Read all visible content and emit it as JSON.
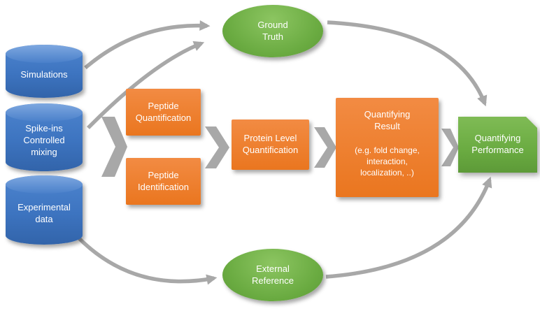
{
  "colors": {
    "blue": "#3d74c0",
    "blue-light": "#4d84ce",
    "orange": "#ea761f",
    "green": "#6aab41",
    "gray": "#a8a8a8"
  },
  "inputs": [
    {
      "label": "Simulations"
    },
    {
      "label": "Spike-ins Controlled mixing"
    },
    {
      "label": "Experimental data"
    }
  ],
  "references": {
    "ground_truth": "Ground Truth",
    "external_reference": "External Reference"
  },
  "pipeline": {
    "peptide_quantification": "Peptide Quantification",
    "peptide_identification": "Peptide Identification",
    "protein_level_quantification": "Protein Level Quantification",
    "quantifying_result_title": "Quantifying Result",
    "quantifying_result_examples": "(e.g. fold change, interaction, localization, ..)",
    "quantifying_performance": "Quantifying Performance"
  }
}
